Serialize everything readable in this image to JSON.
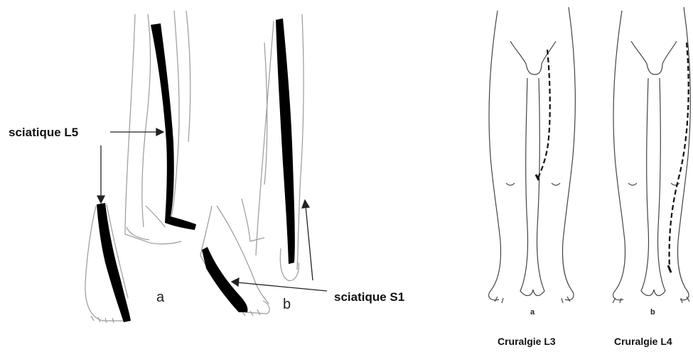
{
  "left_figure": {
    "label_l5": "sciatique L5",
    "label_s1": "sciatique S1",
    "panel_a": "a",
    "panel_b": "b"
  },
  "right_figure": {
    "panel_a": "a",
    "panel_b": "b",
    "caption_l3": "Cruralgie L3",
    "caption_l4": "Cruralgie L4"
  },
  "colors": {
    "outline": "#9a9a9a",
    "body_outline": "#444444",
    "nerve_band": "#000000",
    "text": "#111111"
  }
}
